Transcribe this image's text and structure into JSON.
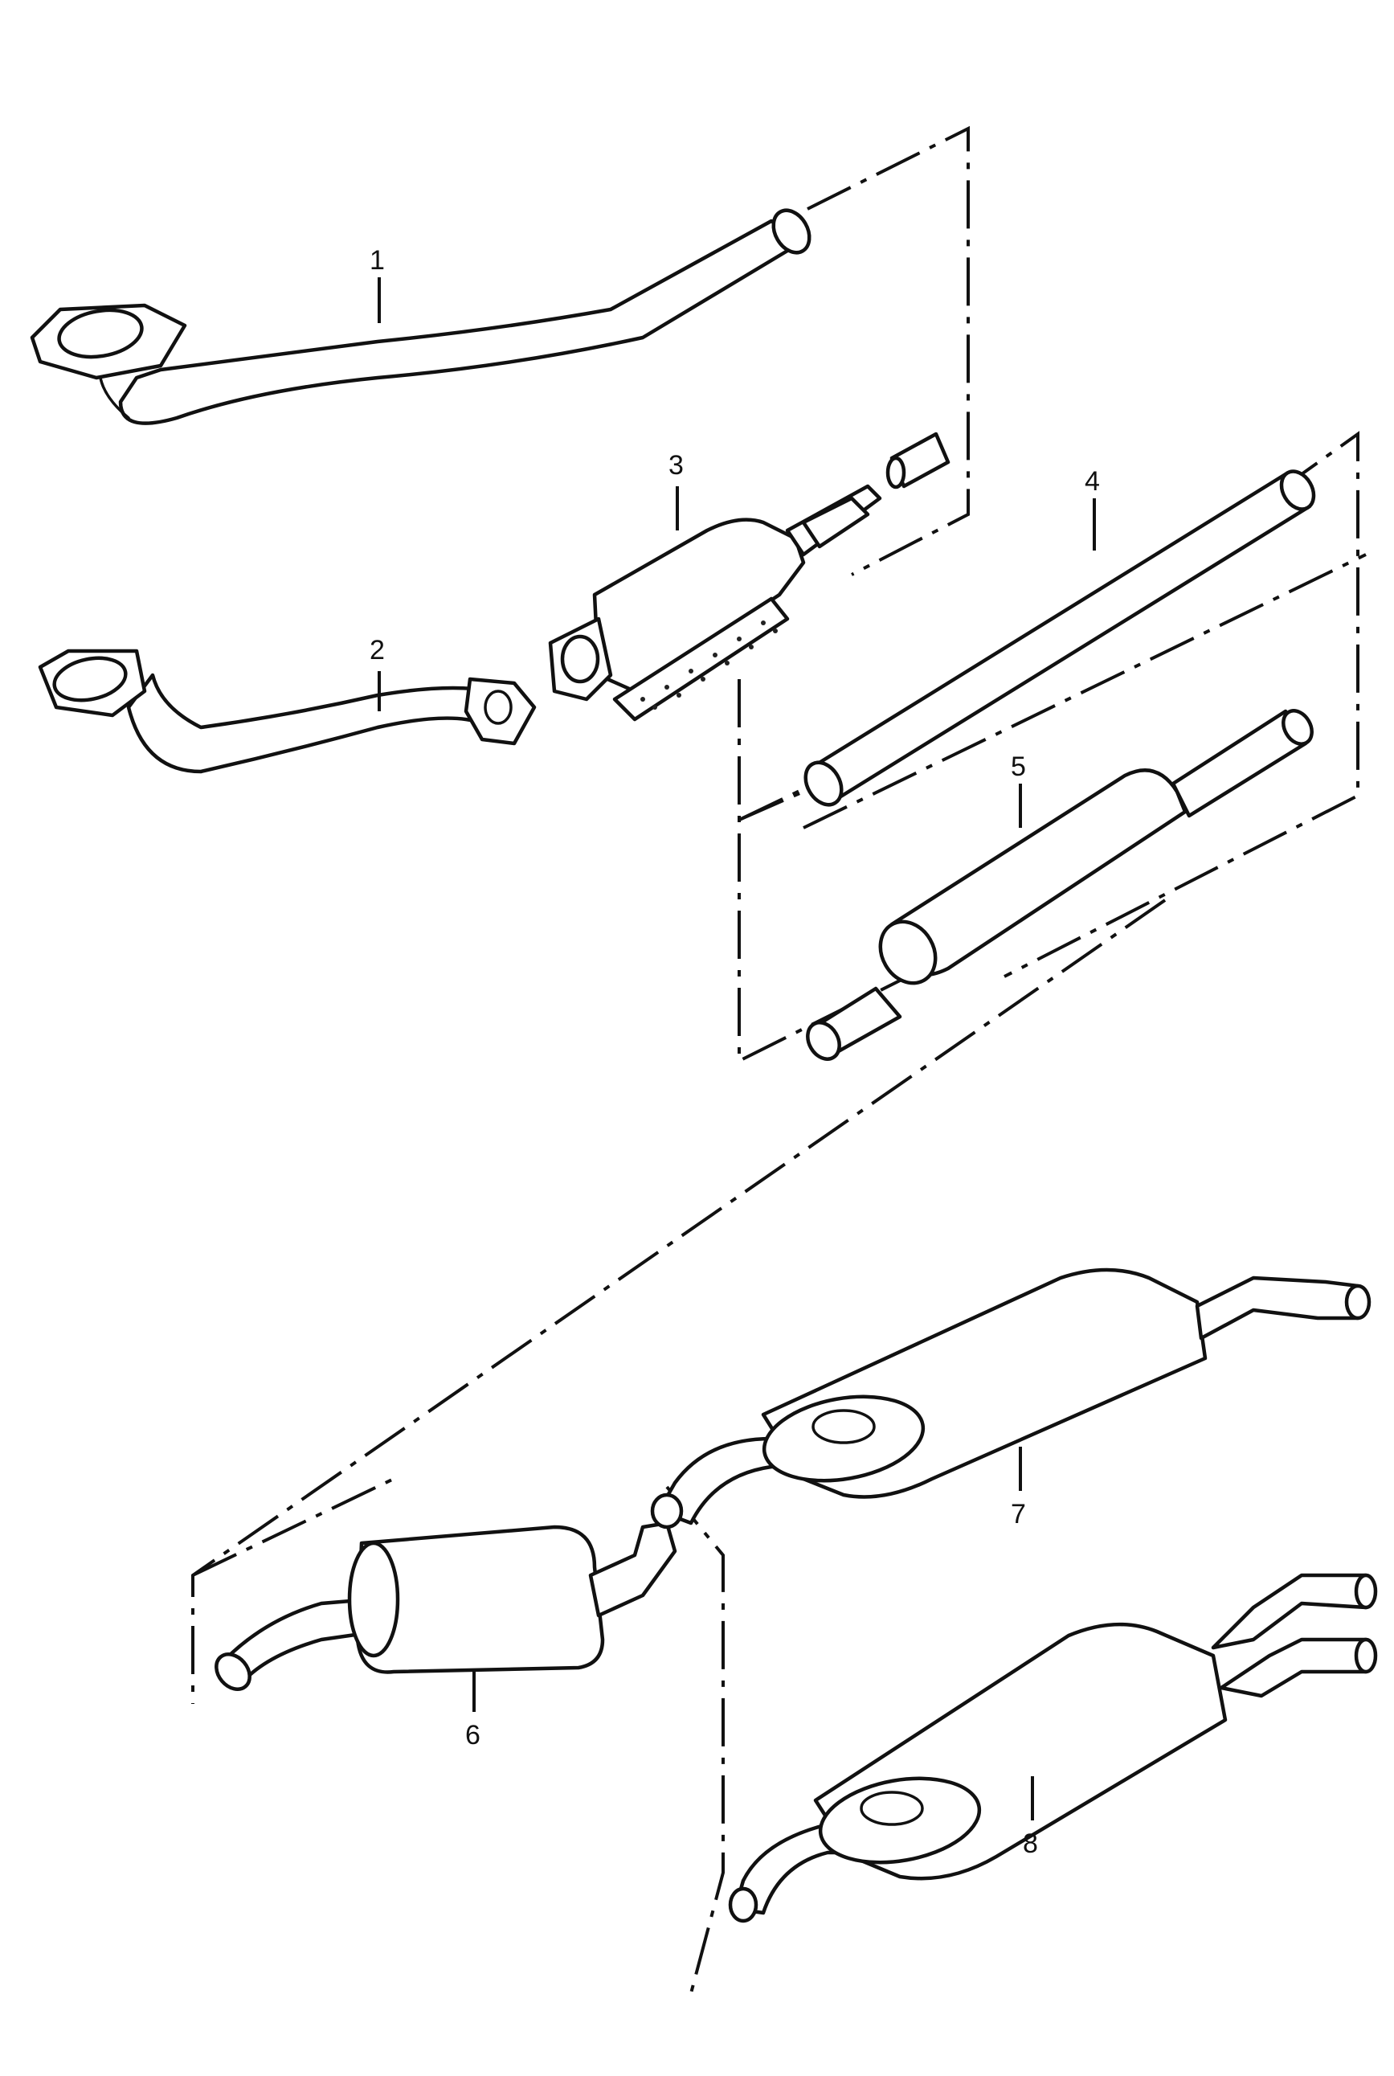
{
  "colors": {
    "ink": "#111111",
    "paper": "#ffffff"
  },
  "callouts": [
    {
      "number": "1"
    },
    {
      "number": "2"
    },
    {
      "number": "3"
    },
    {
      "number": "4"
    },
    {
      "number": "5"
    },
    {
      "number": "6"
    },
    {
      "number": "7"
    },
    {
      "number": "8"
    }
  ]
}
